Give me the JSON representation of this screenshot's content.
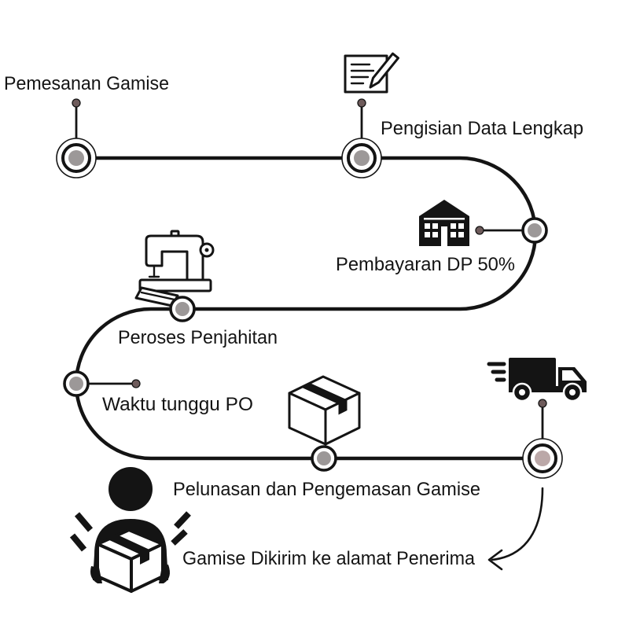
{
  "colors": {
    "ink": "#141414",
    "background": "#ffffff",
    "marker_center": "#9c9898",
    "final_marker_center": "#bba8a8",
    "pin_head": "#6e5b5b"
  },
  "steps": [
    {
      "label": "Pemesanan Gamise"
    },
    {
      "label": "Pengisian Data Lengkap",
      "icon": "document-pencil-icon"
    },
    {
      "label": "Pembayaran DP 50%",
      "icon": "warehouse-icon"
    },
    {
      "label": "Peroses Penjahitan",
      "icon": "sewing-machine-icon"
    },
    {
      "label": "Waktu tunggu PO"
    },
    {
      "label": "Pelunasan dan Pengemasan Gamise",
      "icon": "package-box-icon"
    },
    {
      "label": "Gamise Dikirim ke alamat Penerima",
      "icon": "delivery-truck-icon"
    }
  ],
  "destination": {
    "icon": "person-carrying-box-icon"
  }
}
